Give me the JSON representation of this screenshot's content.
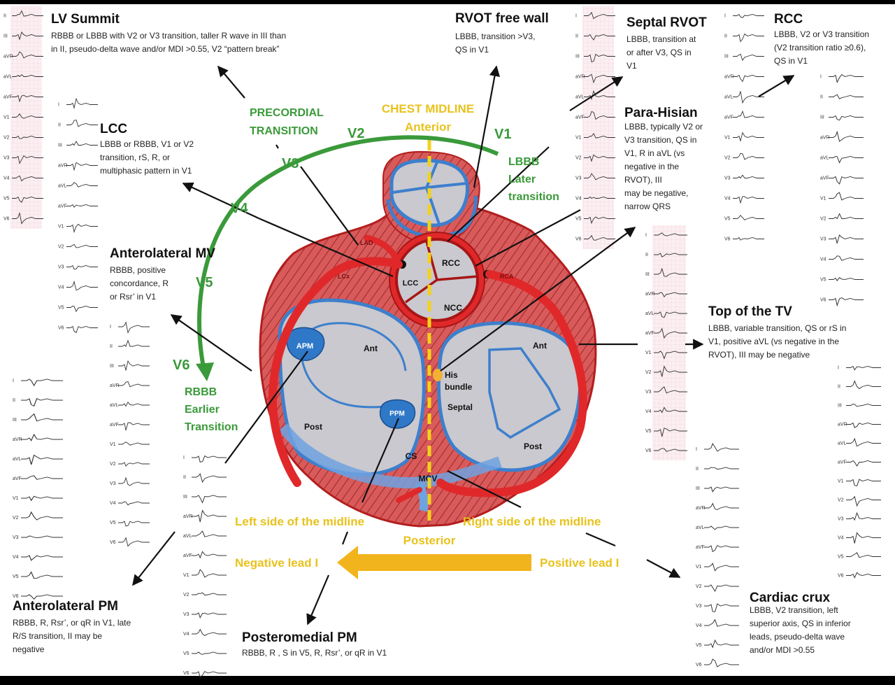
{
  "regions": [
    {
      "key": "lv_summit",
      "title": "LV Summit",
      "lines": [
        "RBBB or LBBB with V2 or V3 transition, taller R wave in III than",
        "in II, pseudo-delta wave and/or MDI >0.55, V2 “pattern break”"
      ]
    },
    {
      "key": "lcc",
      "title": "LCC",
      "lines": [
        "LBBB or RBBB, V1 or V2",
        "transition, rS, R, or",
        "multiphasic pattern in V1"
      ]
    },
    {
      "key": "antero_mv",
      "title": "Anterolateral MV",
      "lines": [
        "RBBB, positive",
        "concordance, R",
        "or Rsr’ in V1"
      ]
    },
    {
      "key": "antero_pm",
      "title": "Anterolateral PM",
      "lines": [
        "RBBB, R, Rsr’, or qR in V1, late",
        "R/S transition, II may be",
        "negative"
      ]
    },
    {
      "key": "postero_pm",
      "title": "Posteromedial PM",
      "lines": [
        "RBBB, R , S in V5, R, Rsr’, or qR in V1"
      ]
    },
    {
      "key": "rvot_free",
      "title": "RVOT free wall",
      "lines": [
        "LBBB, transition >V3,",
        "QS in V1"
      ]
    },
    {
      "key": "septal_rvot",
      "title": "Septal RVOT",
      "lines": [
        "LBBB, transition at",
        "or after V3, QS in",
        "V1"
      ]
    },
    {
      "key": "rcc",
      "title": "RCC",
      "lines": [
        "LBBB, V2 or V3 transition",
        "(V2 transition ratio ≥0.6),",
        "QS in V1"
      ]
    },
    {
      "key": "para_hisian",
      "title": "Para-Hisian",
      "lines": [
        "LBBB, typically V2 or",
        "V3 transition, QS in",
        "V1, R in aVL (vs",
        "negative in the",
        "RVOT), III",
        "may be negative,",
        "narrow QRS"
      ]
    },
    {
      "key": "top_tv",
      "title": "Top of the TV",
      "lines": [
        "LBBB, variable transition, QS or rS in",
        "V1, positive aVL (vs negative in the",
        "RVOT), III may be negative"
      ]
    },
    {
      "key": "cardiac_crux",
      "title": "Cardiac crux",
      "lines": [
        "LBBB, V2 transition, left",
        "superior axis, QS in inferior",
        "leads, pseudo-delta wave",
        "and/or MDI >0.55"
      ]
    }
  ],
  "green_labels": {
    "precordial_1": "PRECORDIAL",
    "precordial_2": "TRANSITION",
    "v1": "V1",
    "v2": "V2",
    "v3": "V3",
    "v4": "V4",
    "v5": "V5",
    "v6": "V6",
    "lbbb_1": "LBBB",
    "lbbb_2": "Later",
    "lbbb_3": "transition",
    "rbbb_1": "RBBB",
    "rbbb_2": "Earlier",
    "rbbb_3": "Transition"
  },
  "yellow_labels": {
    "chest_1": "CHEST MIDLINE",
    "chest_2": "Anterior",
    "left_side": "Left side of the midline",
    "right_side": "Right side of the midline",
    "posterior": "Posterior",
    "neg_lead": "Negative lead I",
    "pos_lead": "Positive lead I"
  },
  "anatomy": {
    "rcc": "RCC",
    "lcc": "LCC",
    "ncc": "NCC",
    "lad": "LAD",
    "lcx": "LCx",
    "rca": "RCA",
    "apm": "APM",
    "ppm": "PPM",
    "ant_lv": "Ant",
    "post_lv": "Post",
    "ant_rv": "Ant",
    "post_rv": "Post",
    "his_1": "His",
    "his_2": "bundle",
    "septal": "Septal",
    "cs": "CS",
    "mcv": "MCV"
  },
  "leads12": [
    "I",
    "II",
    "III",
    "aVR",
    "aVL",
    "aVF",
    "V1",
    "V2",
    "V3",
    "V4",
    "V5",
    "V6"
  ],
  "colors": {
    "green": "#3a9a3a",
    "yellow": "#e8c21c",
    "red": "#e0282a",
    "blue": "#3d7fcc",
    "myocardium": "#d95a5a",
    "cavity": "#c9c9cf"
  }
}
